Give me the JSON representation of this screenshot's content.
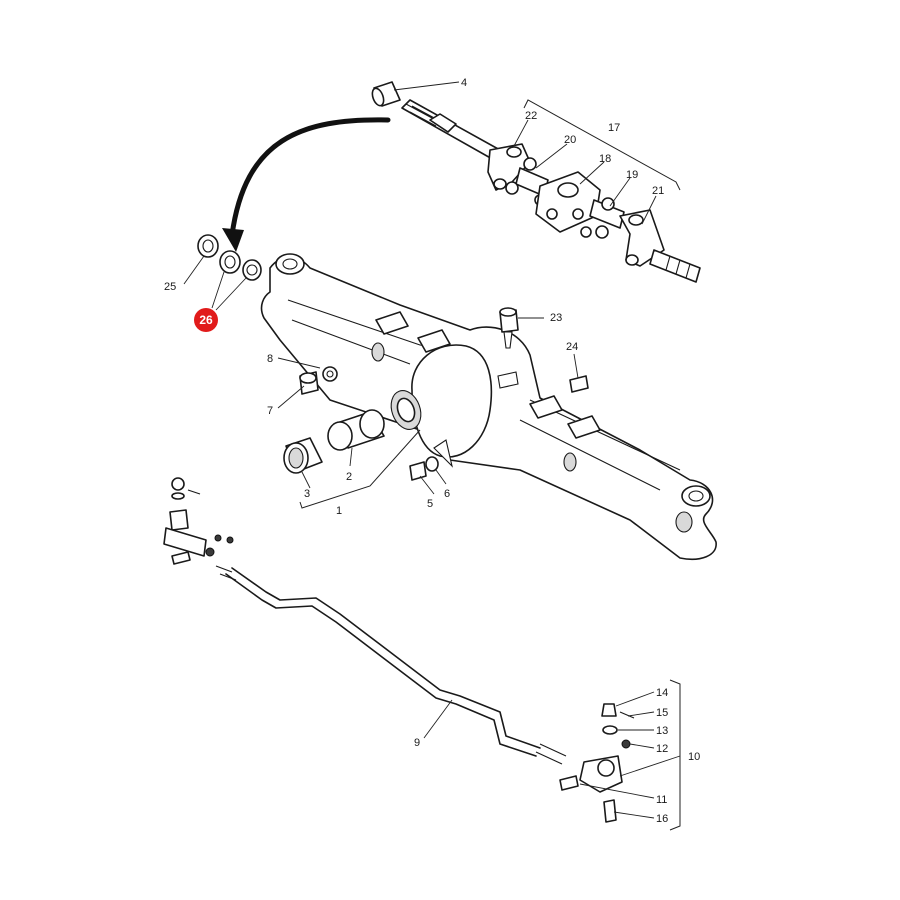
{
  "callouts": {
    "c1": "1",
    "c2": "2",
    "c3": "3",
    "c4": "4",
    "c5": "5",
    "c6": "6",
    "c7": "7",
    "c8": "8",
    "c9": "9",
    "c10": "10",
    "c11": "11",
    "c12": "12",
    "c13": "13",
    "c14": "14",
    "c15": "15",
    "c16": "16",
    "c17": "17",
    "c18": "18",
    "c19": "19",
    "c20": "20",
    "c21": "21",
    "c22": "22",
    "c23": "23",
    "c24": "24",
    "c25": "25",
    "c26": "26"
  },
  "highlight": {
    "color": "#e11b1b"
  }
}
